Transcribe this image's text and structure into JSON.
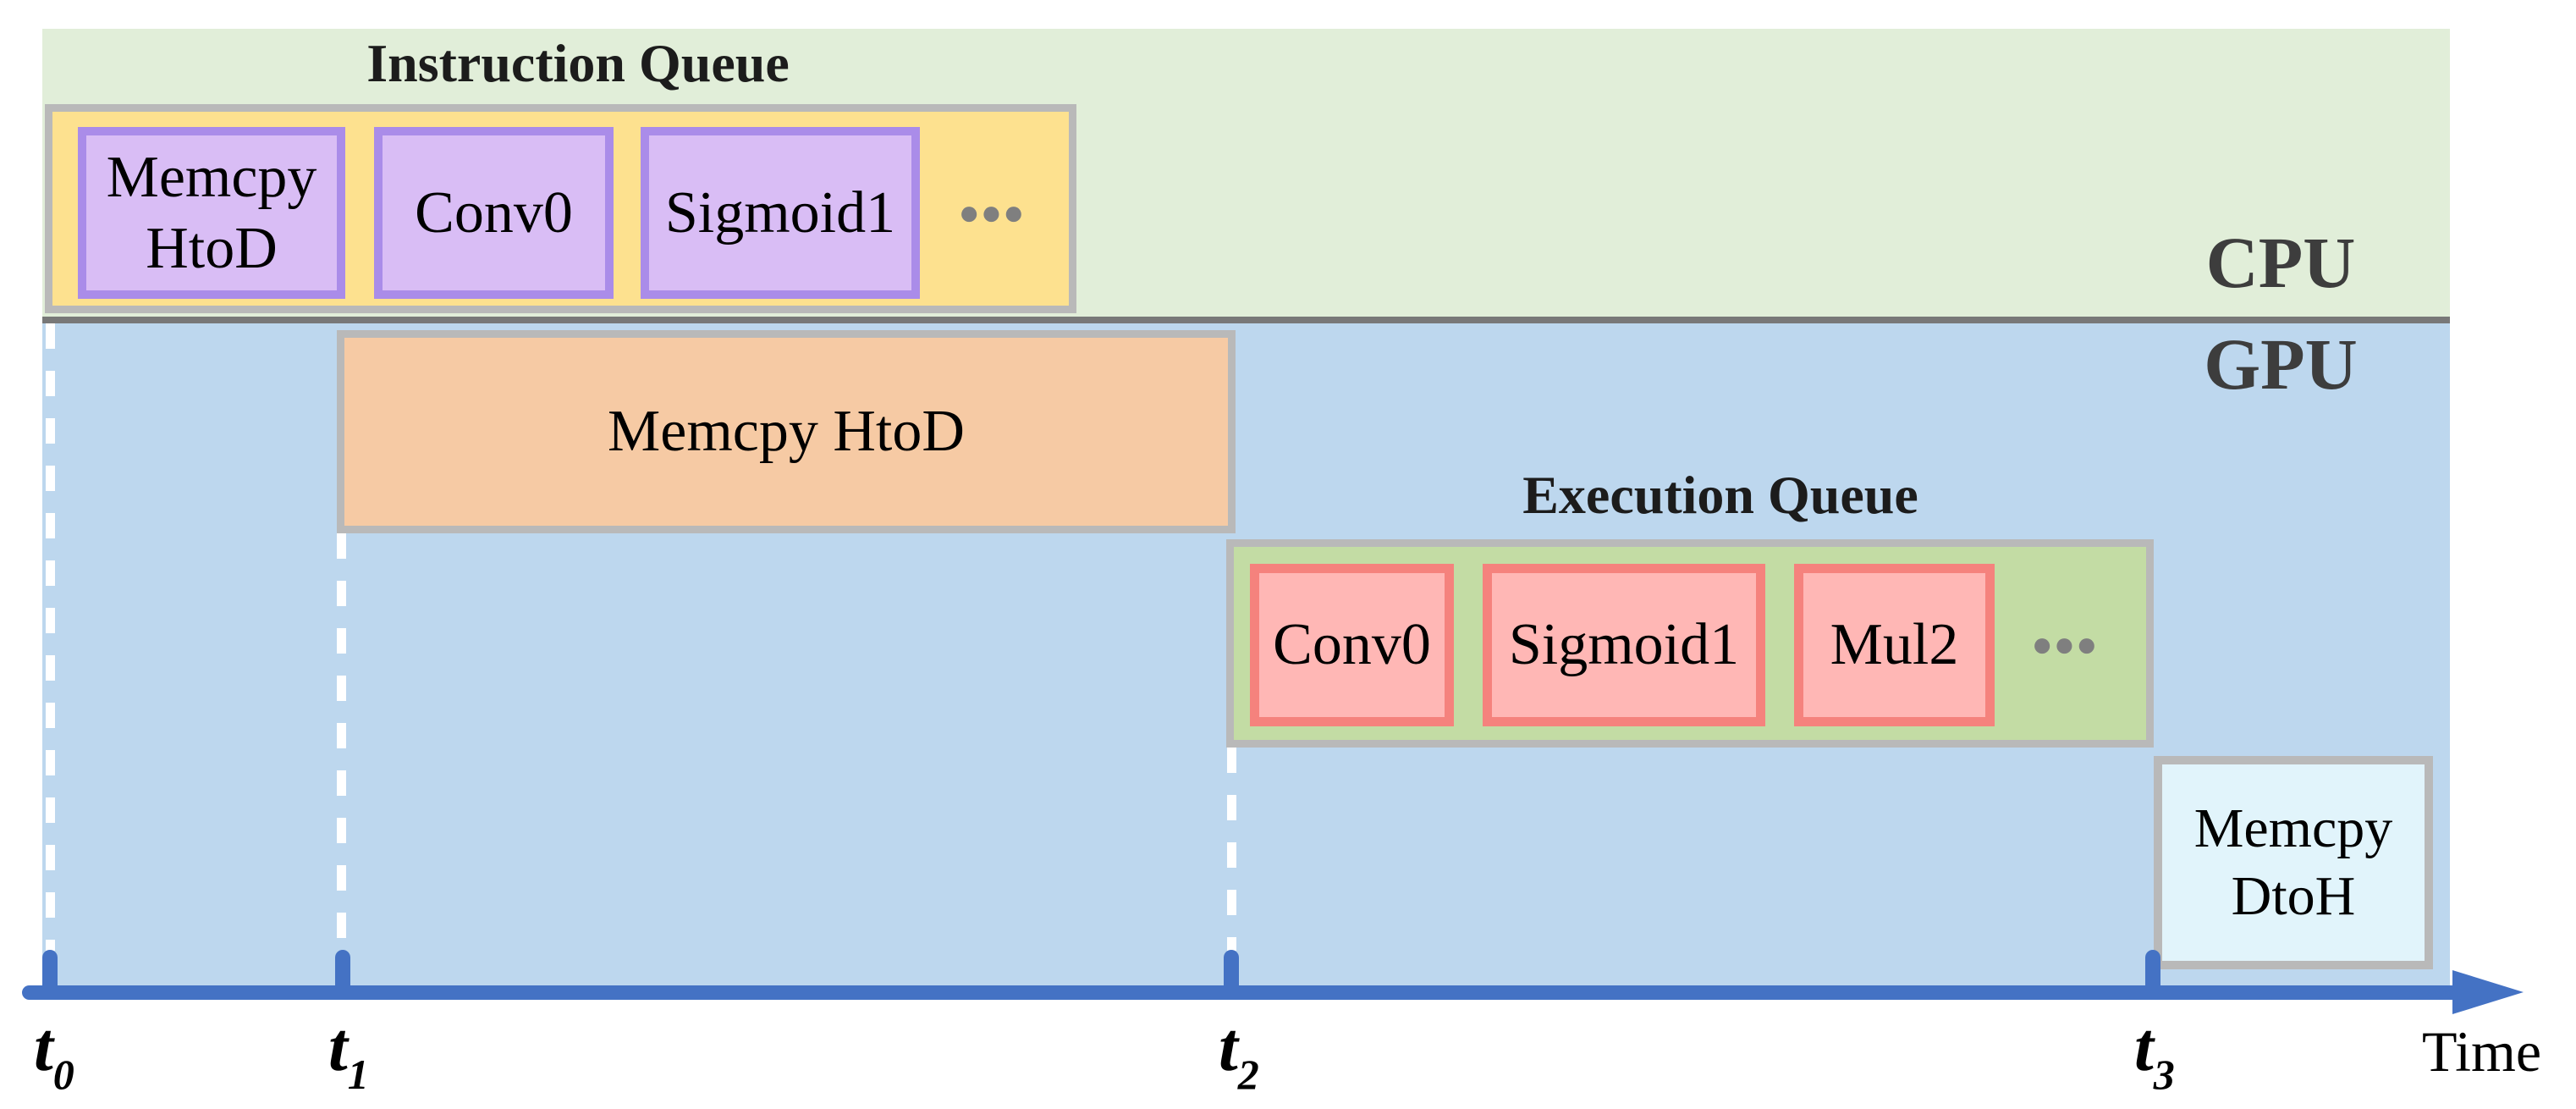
{
  "colors": {
    "cpu-band": "#e1eed9",
    "gpu-band": "#bdd7ee",
    "divider": "#787878",
    "box-border-gray": "#b9b9b9",
    "iq-fill": "#fde18f",
    "purple-border": "#aa8ce9",
    "purple-fill": "#d9bdf5",
    "orange-fill": "#f6caa4",
    "eq-fill": "#c3dca4",
    "pink-border": "#f5827d",
    "pink-fill": "#ffb7b5",
    "dtoh-fill": "#e1f4fb",
    "axis-blue": "#4472c4",
    "dots": "#7f7f7f",
    "device-label": "#3d3d3d",
    "title-text": "#1c1c1c",
    "box-text": "#000000"
  },
  "cpu": {
    "label": "CPU",
    "queue_title": "Instruction Queue",
    "items": [
      {
        "line1": "Memcpy",
        "line2": "HtoD"
      },
      {
        "line1": "Conv0"
      },
      {
        "line1": "Sigmoid1"
      }
    ],
    "ellipsis": "●●●"
  },
  "gpu": {
    "label": "GPU",
    "memcpy_htod": "Memcpy HtoD",
    "queue_title": "Execution Queue",
    "items": [
      {
        "line1": "Conv0"
      },
      {
        "line1": "Sigmoid1"
      },
      {
        "line1": "Mul2"
      }
    ],
    "ellipsis": "●●●",
    "memcpy_dtoh": {
      "line1": "Memcpy",
      "line2": "DtoH"
    }
  },
  "axis": {
    "label": "Time",
    "ticks": [
      {
        "symbol": "t",
        "subscript": "0"
      },
      {
        "symbol": "t",
        "subscript": "1"
      },
      {
        "symbol": "t",
        "subscript": "2"
      },
      {
        "symbol": "t",
        "subscript": "3"
      }
    ]
  }
}
